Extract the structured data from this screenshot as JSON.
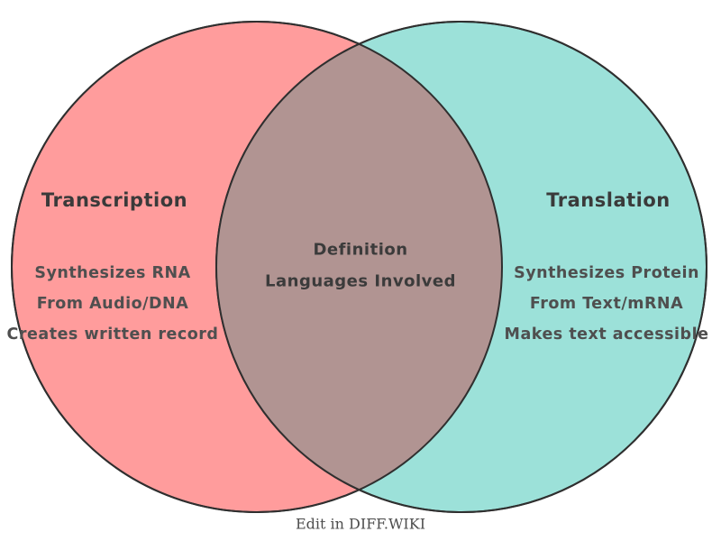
{
  "diagram": {
    "type": "venn",
    "stroke_color": "#2f2f2f",
    "background_color": "#ffffff",
    "left": {
      "title": "Transcription",
      "color": "#ff9c9c",
      "items": [
        "Synthesizes RNA",
        "From Audio/DNA",
        "Creates written record"
      ]
    },
    "right": {
      "title": "Translation",
      "color": "#9ce1d9",
      "items": [
        "Synthesizes Protein",
        "From Text/mRNA",
        "Makes text accessible"
      ]
    },
    "overlap": {
      "color": "#b19492",
      "items": [
        "Definition",
        "Languages Involved"
      ]
    },
    "text_colors": {
      "title": "#3a3a3a",
      "item": "#4f4f4f",
      "overlap": "#3b3b3b",
      "footer": "#4d4d4d"
    }
  },
  "footer": {
    "label": "Edit in DIFF.WIKI"
  }
}
